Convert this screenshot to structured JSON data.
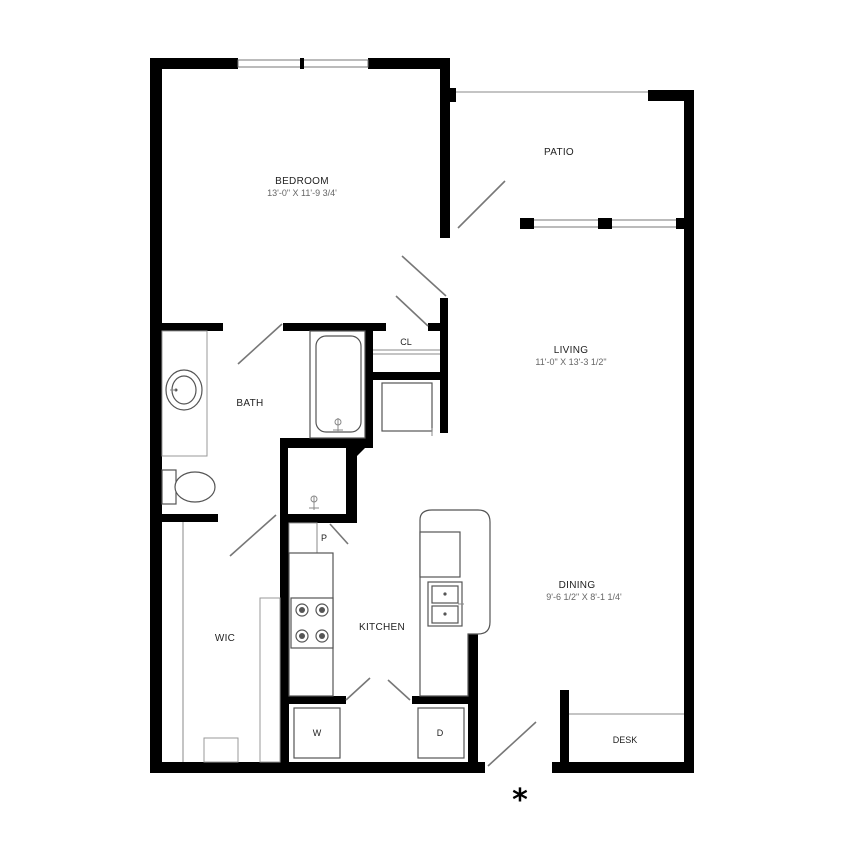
{
  "rooms": {
    "bedroom": {
      "name": "BEDROOM",
      "dims": "13'-0\" X 11'-9 3/4'"
    },
    "patio": {
      "name": "PATIO"
    },
    "living": {
      "name": "LIVING",
      "dims": "11'-0\" X 13'-3 1/2\""
    },
    "bath": {
      "name": "BATH"
    },
    "closet": {
      "name": "CL"
    },
    "kitchen": {
      "name": "KITCHEN"
    },
    "pantry": {
      "name": "P"
    },
    "dining": {
      "name": "DINING",
      "dims": "9'-6 1/2\" X 8'-1 1/4'"
    },
    "wic": {
      "name": "WIC"
    },
    "desk": {
      "name": "DESK"
    },
    "washer": {
      "name": "W"
    },
    "dryer": {
      "name": "D"
    }
  },
  "entry_marker": "*",
  "colors": {
    "wall": "#000000",
    "background": "#ffffff",
    "fixture_line": "#777777"
  }
}
